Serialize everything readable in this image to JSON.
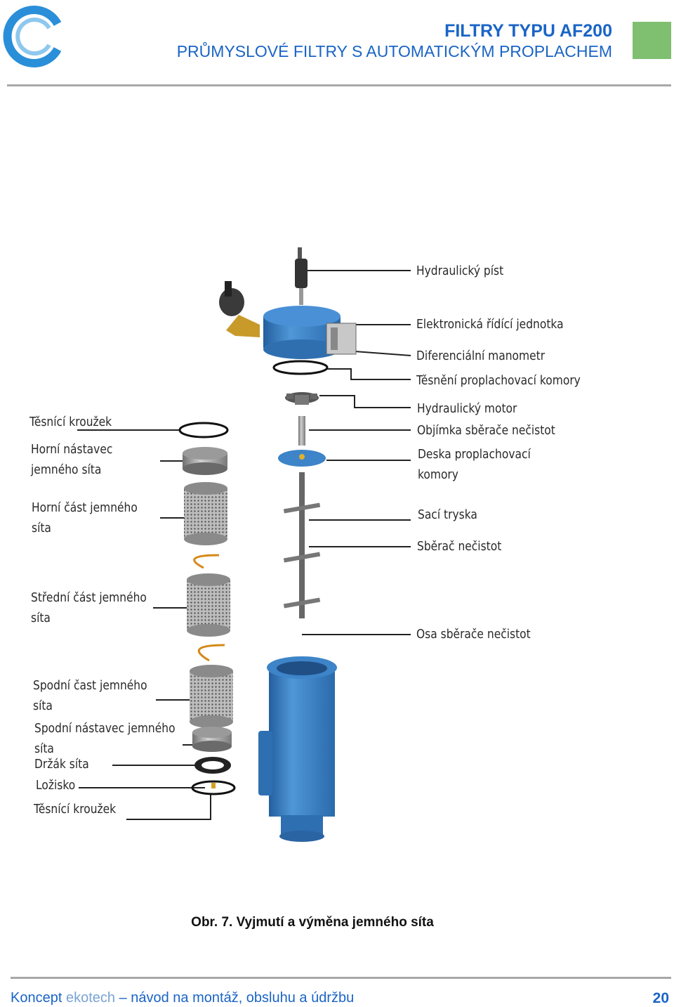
{
  "header": {
    "title": "FILTRY TYPU AF200",
    "subtitle": "PRŮMYSLOVÉ FILTRY S AUTOMATICKÝM PROPLACHEM"
  },
  "figure": {
    "caption": "Obr. 7. Vyjmutí a výměna jemného síta",
    "labels_right": [
      "Hydraulický píst",
      "Elektronická řídící jednotka",
      "Diferenciální manometr",
      "Těsnění proplachovací komory",
      "Hydraulický motor",
      "Objímka sběrače nečistot",
      "Deska proplachovací",
      "komory",
      "Sací tryska",
      "Sběrač nečistot",
      "Osa sběrače nečistot"
    ],
    "labels_left": [
      "Těsnící kroužek",
      "Horní nástavec",
      "jemného síta",
      "Horní část jemného",
      "síta",
      "Střední část jemného",
      "síta",
      "Spodní čast jemného",
      "síta",
      "Spodní nástavec jemného",
      "síta",
      "Držák síta",
      "Ložisko",
      "Těsnící kroužek"
    ]
  },
  "footer": {
    "brand": "Koncept",
    "brand_accent": "ekotech",
    "text": "– návod na montáž, obsluhu a údržbu",
    "page_number": "20"
  },
  "colors": {
    "brand_blue": "#1a64c6",
    "green_square": "#7fbf70",
    "filter_blue": "#3f84c8"
  }
}
